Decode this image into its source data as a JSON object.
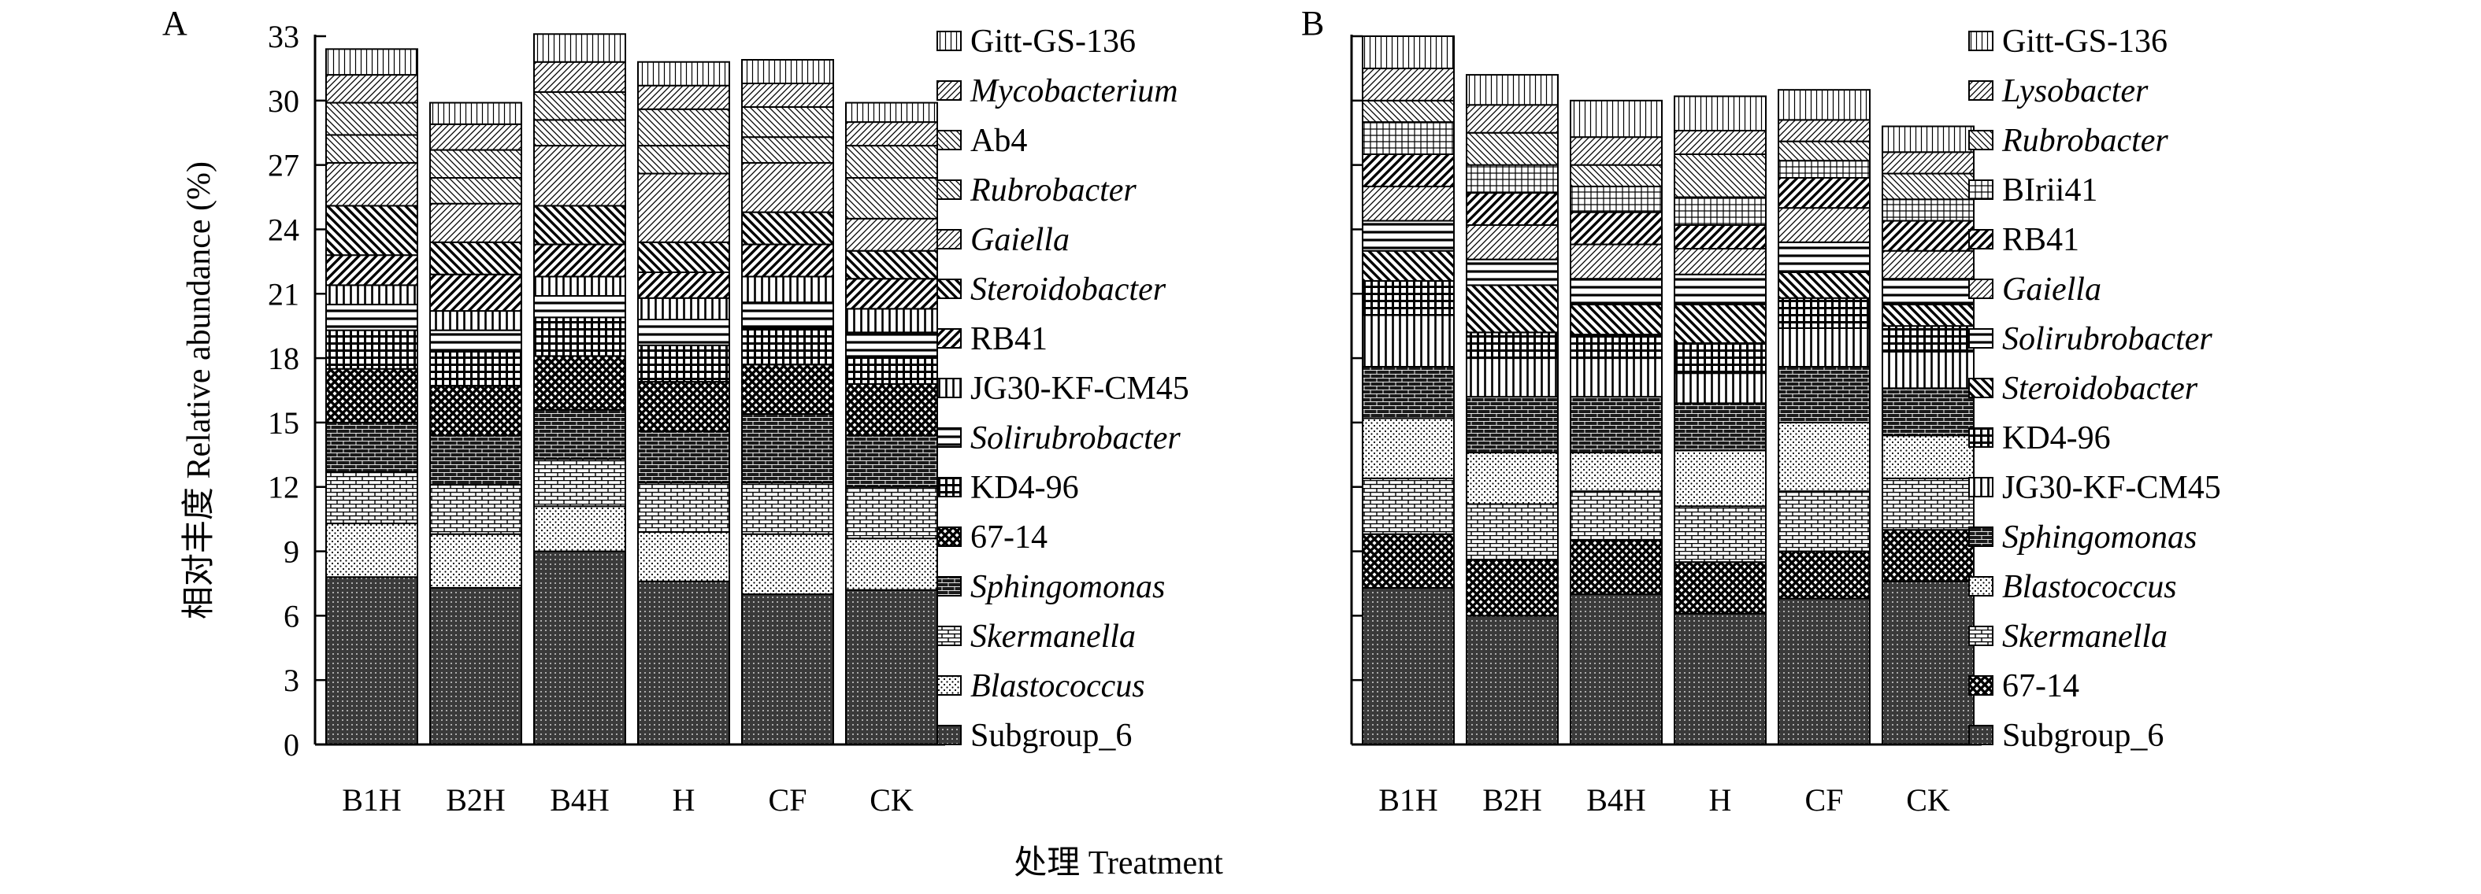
{
  "figure": {
    "ylabel": "相对丰度 Relative abundance (%)",
    "xlabel": "处理 Treatment"
  },
  "chart_data": [
    {
      "panel_label": "A",
      "type": "bar",
      "stacked": true,
      "categories": [
        "B1H",
        "B2H",
        "B4H",
        "H",
        "CF",
        "CK"
      ],
      "ylim": [
        0,
        33
      ],
      "yticks": [
        0,
        3,
        6,
        9,
        12,
        15,
        18,
        21,
        24,
        27,
        30,
        33
      ],
      "grid": false,
      "legend_position": "right",
      "series": [
        {
          "name": "Subgroup_6",
          "italic": false,
          "values": [
            7.8,
            7.3,
            9.0,
            7.6,
            7.0,
            7.2
          ]
        },
        {
          "name": "Blastococcus",
          "italic": true,
          "values": [
            2.5,
            2.5,
            2.1,
            2.3,
            2.8,
            2.4
          ]
        },
        {
          "name": "Skermanella",
          "italic": true,
          "values": [
            2.4,
            2.3,
            2.2,
            2.3,
            2.4,
            2.4
          ]
        },
        {
          "name": "Sphingomonas",
          "italic": true,
          "values": [
            2.3,
            2.3,
            2.3,
            2.4,
            3.2,
            2.4
          ]
        },
        {
          "name": "67-14",
          "italic": false,
          "values": [
            2.5,
            2.3,
            2.5,
            2.3,
            2.3,
            2.4
          ]
        },
        {
          "name": "KD4-96",
          "italic": false,
          "values": [
            1.8,
            1.6,
            1.8,
            1.7,
            1.7,
            1.3
          ]
        },
        {
          "name": "Solirubrobacter",
          "italic": true,
          "values": [
            1.2,
            1.0,
            1.0,
            1.2,
            1.2,
            1.1
          ]
        },
        {
          "name": "JG30-KF-CM45",
          "italic": false,
          "values": [
            0.9,
            0.9,
            0.9,
            1.0,
            1.2,
            1.1
          ]
        },
        {
          "name": "RB41",
          "italic": false,
          "values": [
            1.4,
            1.7,
            1.5,
            1.2,
            1.5,
            1.4
          ]
        },
        {
          "name": "Steroidobacter",
          "italic": true,
          "values": [
            2.3,
            1.5,
            1.8,
            1.4,
            1.5,
            1.3
          ]
        },
        {
          "name": "Gaiella",
          "italic": true,
          "values": [
            2.0,
            1.8,
            2.8,
            3.2,
            2.3,
            1.5
          ]
        },
        {
          "name": "Rubrobacter",
          "italic": true,
          "values": [
            1.3,
            1.2,
            1.2,
            1.3,
            1.2,
            1.9
          ]
        },
        {
          "name": "Ab4",
          "italic": false,
          "values": [
            1.5,
            1.3,
            1.3,
            1.7,
            1.4,
            1.5
          ]
        },
        {
          "name": "Mycobacterium",
          "italic": true,
          "values": [
            1.3,
            1.2,
            1.4,
            1.1,
            1.1,
            1.1
          ]
        },
        {
          "name": "Gitt-GS-136",
          "italic": false,
          "values": [
            1.2,
            1.0,
            1.3,
            1.1,
            1.1,
            0.9
          ]
        }
      ]
    },
    {
      "panel_label": "B",
      "type": "bar",
      "stacked": true,
      "categories": [
        "B1H",
        "B2H",
        "B4H",
        "H",
        "CF",
        "CK"
      ],
      "ylim": [
        0,
        33
      ],
      "yticks": [
        0,
        3,
        6,
        9,
        12,
        15,
        18,
        21,
        24,
        27,
        30,
        33
      ],
      "grid": false,
      "legend_position": "right",
      "series": [
        {
          "name": "Subgroup_6",
          "italic": false,
          "values": [
            7.3,
            6.0,
            7.0,
            6.1,
            6.8,
            7.6
          ]
        },
        {
          "name": "67-14",
          "italic": false,
          "values": [
            2.5,
            2.6,
            2.5,
            2.4,
            2.2,
            2.4
          ]
        },
        {
          "name": "Skermanella",
          "italic": true,
          "values": [
            2.6,
            2.6,
            2.3,
            2.6,
            2.8,
            2.4
          ]
        },
        {
          "name": "Blastococcus",
          "italic": true,
          "values": [
            2.8,
            2.4,
            1.8,
            2.6,
            3.2,
            2.0
          ]
        },
        {
          "name": "Sphingomonas",
          "italic": true,
          "values": [
            2.4,
            2.6,
            2.6,
            2.2,
            2.6,
            2.2
          ]
        },
        {
          "name": "JG30-KF-CM45",
          "italic": false,
          "values": [
            2.4,
            1.8,
            1.8,
            1.4,
            1.8,
            1.7
          ]
        },
        {
          "name": "KD4-96",
          "italic": false,
          "values": [
            1.6,
            1.2,
            1.1,
            1.4,
            1.4,
            1.2
          ]
        },
        {
          "name": "Steroidobacter",
          "italic": true,
          "values": [
            1.4,
            2.2,
            1.4,
            1.8,
            1.2,
            1.0
          ]
        },
        {
          "name": "Solirubrobacter",
          "italic": true,
          "values": [
            1.4,
            1.2,
            1.2,
            1.4,
            1.4,
            1.2
          ]
        },
        {
          "name": "Gaiella",
          "italic": true,
          "values": [
            1.6,
            1.6,
            1.6,
            1.2,
            1.6,
            1.3
          ]
        },
        {
          "name": "RB41",
          "italic": false,
          "values": [
            1.5,
            1.5,
            1.5,
            1.1,
            1.4,
            1.4
          ]
        },
        {
          "name": "BIrii41",
          "italic": false,
          "values": [
            1.5,
            1.3,
            1.2,
            1.3,
            0.8,
            1.0
          ]
        },
        {
          "name": "Rubrobacter",
          "italic": true,
          "values": [
            1.0,
            1.5,
            1.0,
            2.0,
            0.9,
            1.2
          ]
        },
        {
          "name": "Lysobacter",
          "italic": true,
          "values": [
            1.5,
            1.3,
            1.3,
            1.1,
            1.0,
            1.0
          ]
        },
        {
          "name": "Gitt-GS-136",
          "italic": false,
          "values": [
            1.5,
            1.4,
            1.7,
            1.6,
            1.4,
            1.2
          ]
        }
      ]
    }
  ]
}
